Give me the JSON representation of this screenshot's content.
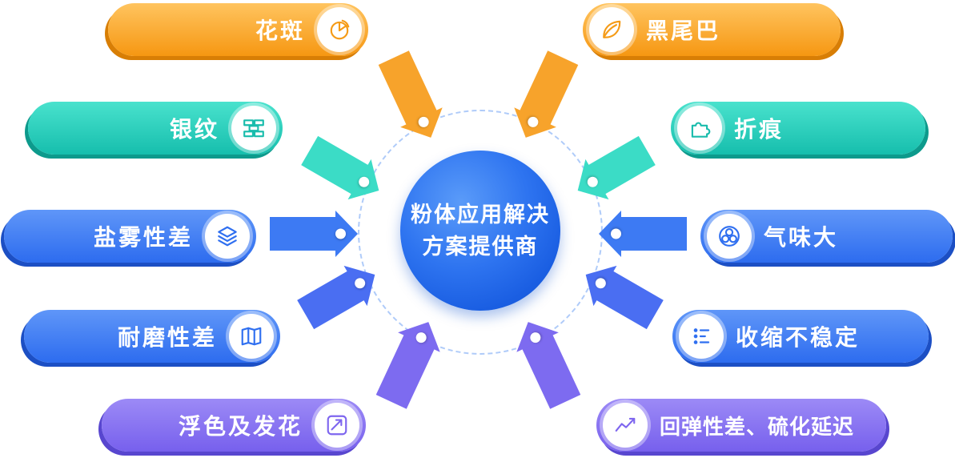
{
  "center": {
    "title_line1": "粉体应用解决",
    "title_line2": "方案提供商"
  },
  "nodes": [
    {
      "label": "花斑",
      "icon": "pie-chart-icon",
      "theme": "orange",
      "side": "left"
    },
    {
      "label": "黑尾巴",
      "icon": "leaf-icon",
      "theme": "orange",
      "side": "right"
    },
    {
      "label": "银纹",
      "icon": "bricks-icon",
      "theme": "teal",
      "side": "left"
    },
    {
      "label": "折痕",
      "icon": "puzzle-icon",
      "theme": "teal",
      "side": "right"
    },
    {
      "label": "盐雾性差",
      "icon": "layers-icon",
      "theme": "blue",
      "side": "left"
    },
    {
      "label": "气味大",
      "icon": "molecules-icon",
      "theme": "blue",
      "side": "right"
    },
    {
      "label": "耐磨性差",
      "icon": "map-icon",
      "theme": "blue",
      "side": "left"
    },
    {
      "label": "收缩不稳定",
      "icon": "list-icon",
      "theme": "blue",
      "side": "right"
    },
    {
      "label": "浮色及发花",
      "icon": "trend-up-icon",
      "theme": "purple",
      "side": "left"
    },
    {
      "label": "回弹性差、硫化延迟",
      "icon": "line-chart-icon",
      "theme": "purple",
      "side": "right"
    }
  ],
  "colors": {
    "orange": "#F69712",
    "teal": "#16BEAD",
    "blue": "#2D6CEF",
    "purple": "#7760ED",
    "center_blue": "#1F65E8",
    "arrow_orange": "#F7A32B",
    "arrow_teal": "#3BDCC6",
    "arrow_blue": "#3D7AF3",
    "arrow_indigo": "#4A6EF2",
    "arrow_purple": "#7D6BF0"
  }
}
